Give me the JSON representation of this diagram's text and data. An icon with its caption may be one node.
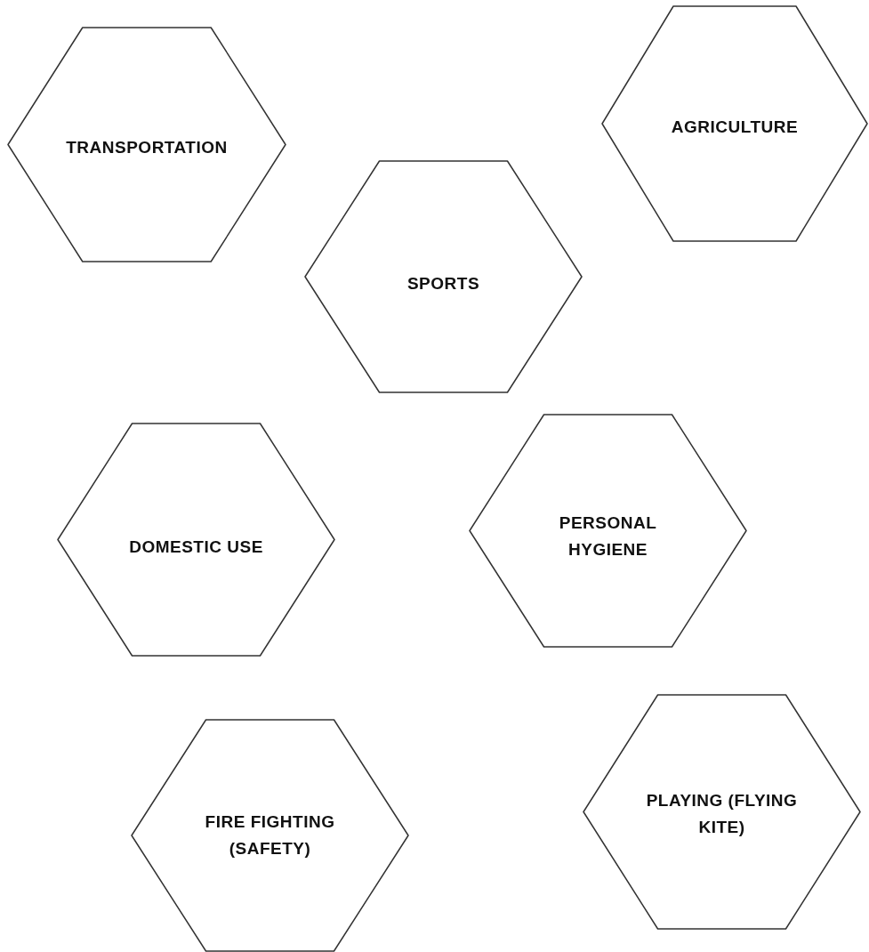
{
  "diagram": {
    "nodes": [
      {
        "text": [
          "TRANSPORTATION"
        ]
      },
      {
        "text": [
          "AGRICULTURE"
        ]
      },
      {
        "text": [
          "SPORTS"
        ]
      },
      {
        "text": [
          "DOMESTIC USE"
        ]
      },
      {
        "text": [
          "PERSONAL HYGIENE"
        ]
      },
      {
        "text": [
          "FIRE FIGHTING (SAFETY)"
        ]
      },
      {
        "text": [
          "PLAYING (FLYING KITE)"
        ]
      }
    ]
  }
}
